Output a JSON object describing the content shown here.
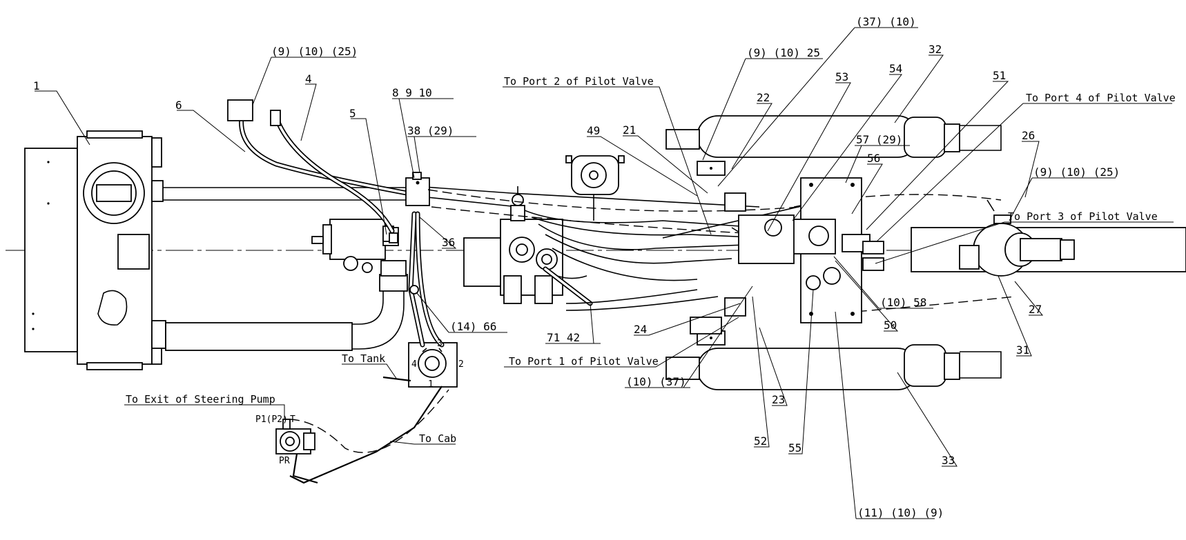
{
  "callouts": {
    "port2": "To Port 2 of Pilot Valve",
    "port4": "To Port 4 of Pilot Valve",
    "port3": "To Port 3 of Pilot Valve",
    "port1": "To Port 1 of Pilot Valve",
    "tank": "To Tank",
    "steering": "To Exit of Steering Pump",
    "cab": "To Cab"
  },
  "valve_ports": {
    "p1p2": "P1(P2)",
    "t": "T",
    "pr": "PR",
    "v1": "1",
    "v2": "2",
    "v3": "3",
    "v4": "4"
  },
  "items": {
    "i1": "1",
    "i4": "4",
    "i5": "5",
    "i6": "6",
    "g_9_10_25_a": "(9)  (10)  (25)",
    "g_8_9_10": "8  9  10",
    "g_38_29": "38  (29)",
    "i36": "36",
    "g_14_66": "(14)  66",
    "g_71_42": "71  42",
    "i49": "49",
    "i21": "21",
    "i22": "22",
    "g_9_10_25_b": "(9)  (10)  25",
    "g_37_10_top": "(37)  (10)",
    "i53": "53",
    "i54": "54",
    "i32": "32",
    "i51": "51",
    "g_57_29": "57  (29)",
    "i56": "56",
    "i26": "26",
    "g_9_10_25_c": "(9)  (10)  (25)",
    "g_10_58": "(10)  58",
    "i50": "50",
    "i27": "27",
    "i31": "31",
    "i24": "24",
    "g_10_37_bottom": "(10)  (37)",
    "i23": "23",
    "i52": "52",
    "i55": "55",
    "g_11_10_9": "(11)  (10)  (9)",
    "i33": "33"
  }
}
